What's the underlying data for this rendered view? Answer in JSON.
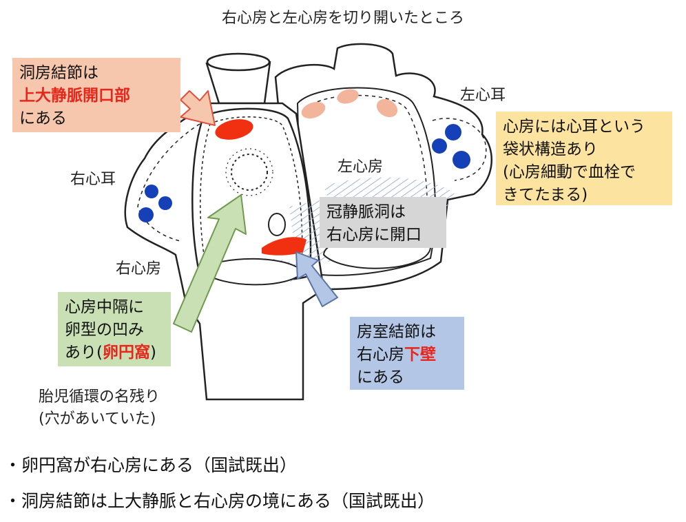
{
  "title": "右心房と左心房を切り開いたところ",
  "labels": {
    "right_auricle": "右心耳",
    "left_auricle": "左心耳",
    "right_atrium": "右心房",
    "left_atrium": "左心房",
    "fetal_remnant_line1": "胎児循環の名残り",
    "fetal_remnant_line2": "(穴があいていた)"
  },
  "boxes": {
    "sa_node": {
      "line1": "洞房結節は",
      "line2_red": "上大静脈開口部",
      "line3": "にある",
      "color": "#f6c7ad"
    },
    "auricle": {
      "line1": "心房には心耳という",
      "line2": "袋状構造あり",
      "line3": "(心房細動で血栓で",
      "line4": "きてたまる)",
      "color": "#fde3a0"
    },
    "coronary_sinus": {
      "line1": "冠静脈洞は",
      "line2": "右心房に開口",
      "color": "#d6d6d6"
    },
    "fossa_ovalis": {
      "line1": "心房中隔に",
      "line2": "卵型の凹み",
      "line3_prefix": "あり(",
      "line3_red": "卵円窩",
      "line3_suffix": ")",
      "color": "#c8e0b4"
    },
    "av_node": {
      "line1": "房室結節は",
      "line2_prefix": "右心房",
      "line2_red": "下壁",
      "line3": "にある",
      "color": "#b4c6e6"
    }
  },
  "notes": [
    "・卵円窩が右心房にある（国試既出）",
    "・洞房結節は上大静脈と右心房の境にある（国試既出）"
  ],
  "colors": {
    "highlight_red": "#e8261c",
    "node_red": "#f03010",
    "pv_pink": "#f2b49a",
    "appendage_blue": "#1540b8",
    "hatch_blue": "#9fb4da",
    "arrow_orange": "#f6c7ad",
    "arrow_green": "#c8e0b4",
    "arrow_blue": "#b4c6e6"
  }
}
